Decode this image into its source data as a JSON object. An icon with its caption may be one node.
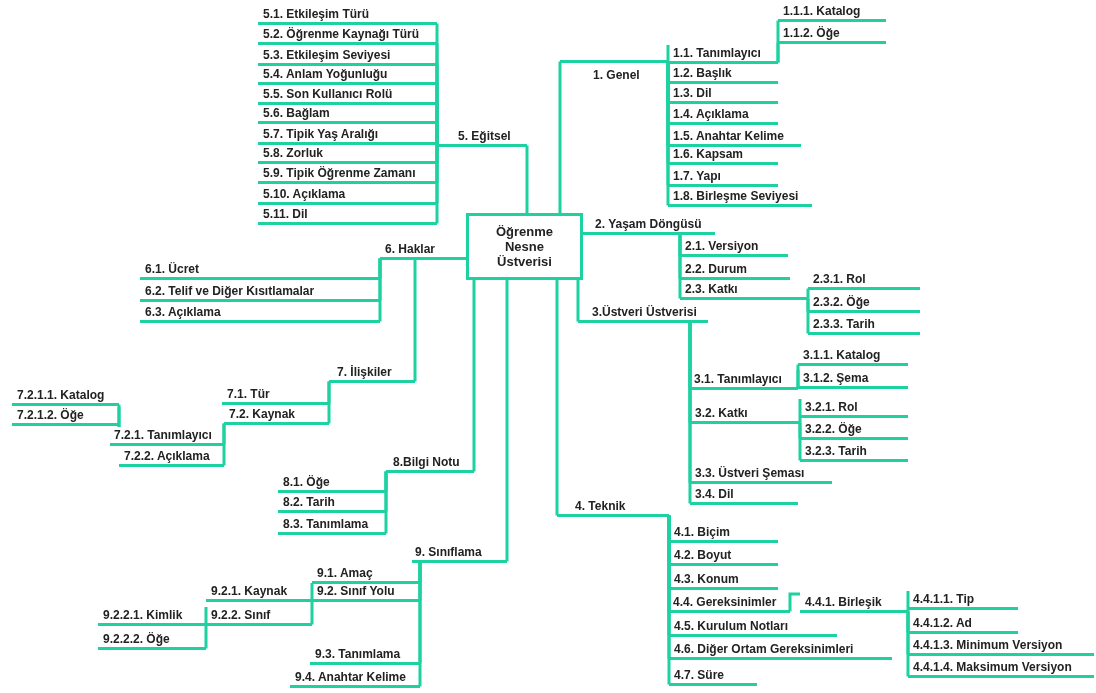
{
  "diagram": {
    "nodes": [
      {
        "text": [
          "Öğrenme Nesne Üstverisi"
        ]
      },
      {
        "text": [
          "1. Genel"
        ]
      },
      {
        "text": [
          "1.1. Tanımlayıcı"
        ]
      },
      {
        "text": [
          "1.1.1. Katalog"
        ]
      },
      {
        "text": [
          "1.1.2. Öğe"
        ]
      },
      {
        "text": [
          "1.2. Başlık"
        ]
      },
      {
        "text": [
          "1.3. Dil"
        ]
      },
      {
        "text": [
          "1.4. Açıklama"
        ]
      },
      {
        "text": [
          "1.5. Anahtar Kelime"
        ]
      },
      {
        "text": [
          "1.6. Kapsam"
        ]
      },
      {
        "text": [
          "1.7. Yapı"
        ]
      },
      {
        "text": [
          "1.8. Birleşme Seviyesi"
        ]
      },
      {
        "text": [
          "2. Yaşam Döngüsü"
        ]
      },
      {
        "text": [
          "2.1. Versiyon"
        ]
      },
      {
        "text": [
          "2.2. Durum"
        ]
      },
      {
        "text": [
          "2.3. Katkı"
        ]
      },
      {
        "text": [
          "2.3.1. Rol"
        ]
      },
      {
        "text": [
          "2.3.2. Öğe"
        ]
      },
      {
        "text": [
          "2.3.3. Tarih"
        ]
      },
      {
        "text": [
          "3.Üstveri Üstverisi"
        ]
      },
      {
        "text": [
          "3.1. Tanımlayıcı"
        ]
      },
      {
        "text": [
          "3.1.1. Katalog"
        ]
      },
      {
        "text": [
          "3.1.2. Şema"
        ]
      },
      {
        "text": [
          "3.2. Katkı"
        ]
      },
      {
        "text": [
          "3.2.1. Rol"
        ]
      },
      {
        "text": [
          "3.2.2. Öğe"
        ]
      },
      {
        "text": [
          "3.2.3. Tarih"
        ]
      },
      {
        "text": [
          "3.3. Üstveri Şeması"
        ]
      },
      {
        "text": [
          "3.4. Dil"
        ]
      },
      {
        "text": [
          "4. Teknik"
        ]
      },
      {
        "text": [
          "4.1. Biçim"
        ]
      },
      {
        "text": [
          "4.2. Boyut"
        ]
      },
      {
        "text": [
          "4.3. Konum"
        ]
      },
      {
        "text": [
          "4.4. Gereksinimler"
        ]
      },
      {
        "text": [
          "4.4.1. Birleşik"
        ]
      },
      {
        "text": [
          "4.4.1.1. Tip"
        ]
      },
      {
        "text": [
          "4.4.1.2. Ad"
        ]
      },
      {
        "text": [
          "4.4.1.3. Minimum Versiyon"
        ]
      },
      {
        "text": [
          "4.4.1.4. Maksimum Versiyon"
        ]
      },
      {
        "text": [
          "4.5. Kurulum Notları"
        ]
      },
      {
        "text": [
          "4.6. Diğer Ortam Gereksinimleri"
        ]
      },
      {
        "text": [
          "4.7. Süre"
        ]
      },
      {
        "text": [
          "5. Eğitsel"
        ]
      },
      {
        "text": [
          "5.1. Etkileşim Türü"
        ]
      },
      {
        "text": [
          "5.2. Öğrenme Kaynağı Türü"
        ]
      },
      {
        "text": [
          "5.3. Etkileşim Seviyesi"
        ]
      },
      {
        "text": [
          "5.4. Anlam Yoğunluğu"
        ]
      },
      {
        "text": [
          "5.5. Son Kullanıcı Rolü"
        ]
      },
      {
        "text": [
          "5.6. Bağlam"
        ]
      },
      {
        "text": [
          "5.7. Tipik Yaş Aralığı"
        ]
      },
      {
        "text": [
          "5.8. Zorluk"
        ]
      },
      {
        "text": [
          "5.9. Tipik Öğrenme Zamanı"
        ]
      },
      {
        "text": [
          "5.10. Açıklama"
        ]
      },
      {
        "text": [
          "5.11. Dil"
        ]
      },
      {
        "text": [
          "6. Haklar"
        ]
      },
      {
        "text": [
          "6.1. Ücret"
        ]
      },
      {
        "text": [
          "6.2. Telif ve Diğer Kısıtlamalar"
        ]
      },
      {
        "text": [
          "6.3. Açıklama"
        ]
      },
      {
        "text": [
          "7. İlişkiler"
        ]
      },
      {
        "text": [
          "7.1. Tür"
        ]
      },
      {
        "text": [
          "7.2. Kaynak"
        ]
      },
      {
        "text": [
          "7.2.1. Tanımlayıcı"
        ]
      },
      {
        "text": [
          "7.2.1.1. Katalog"
        ]
      },
      {
        "text": [
          "7.2.1.2. Öğe"
        ]
      },
      {
        "text": [
          "7.2.2. Açıklama"
        ]
      },
      {
        "text": [
          "8.Bilgi Notu"
        ]
      },
      {
        "text": [
          "8.1. Öğe"
        ]
      },
      {
        "text": [
          "8.2. Tarih"
        ]
      },
      {
        "text": [
          "8.3. Tanımlama"
        ]
      },
      {
        "text": [
          "9. Sınıflama"
        ]
      },
      {
        "text": [
          "9.1. Amaç"
        ]
      },
      {
        "text": [
          "9.2. Sınıf Yolu"
        ]
      },
      {
        "text": [
          "9.2.1. Kaynak"
        ]
      },
      {
        "text": [
          "9.2.2. Sınıf"
        ]
      },
      {
        "text": [
          "9.2.2.1. Kimlik"
        ]
      },
      {
        "text": [
          "9.2.2.2. Öğe"
        ]
      },
      {
        "text": [
          "9.3. Tanımlama"
        ]
      },
      {
        "text": [
          "9.4. Anahtar Kelime"
        ]
      }
    ],
    "edges": [
      {
        "from": 0,
        "to": 1,
        "arrow": "none"
      },
      {
        "from": 1,
        "to": 2,
        "arrow": "none"
      },
      {
        "from": 2,
        "to": 3,
        "arrow": "none"
      },
      {
        "from": 2,
        "to": 4,
        "arrow": "none"
      },
      {
        "from": 1,
        "to": 5,
        "arrow": "none"
      },
      {
        "from": 1,
        "to": 6,
        "arrow": "none"
      },
      {
        "from": 1,
        "to": 7,
        "arrow": "none"
      },
      {
        "from": 1,
        "to": 8,
        "arrow": "none"
      },
      {
        "from": 1,
        "to": 9,
        "arrow": "none"
      },
      {
        "from": 1,
        "to": 10,
        "arrow": "none"
      },
      {
        "from": 1,
        "to": 11,
        "arrow": "none"
      },
      {
        "from": 0,
        "to": 12,
        "arrow": "none"
      },
      {
        "from": 12,
        "to": 13,
        "arrow": "none"
      },
      {
        "from": 12,
        "to": 14,
        "arrow": "none"
      },
      {
        "from": 12,
        "to": 15,
        "arrow": "none"
      },
      {
        "from": 15,
        "to": 16,
        "arrow": "none"
      },
      {
        "from": 15,
        "to": 17,
        "arrow": "none"
      },
      {
        "from": 15,
        "to": 18,
        "arrow": "none"
      },
      {
        "from": 0,
        "to": 19,
        "arrow": "none"
      },
      {
        "from": 19,
        "to": 20,
        "arrow": "none"
      },
      {
        "from": 20,
        "to": 21,
        "arrow": "none"
      },
      {
        "from": 20,
        "to": 22,
        "arrow": "none"
      },
      {
        "from": 19,
        "to": 23,
        "arrow": "none"
      },
      {
        "from": 23,
        "to": 24,
        "arrow": "none"
      },
      {
        "from": 23,
        "to": 25,
        "arrow": "none"
      },
      {
        "from": 23,
        "to": 26,
        "arrow": "none"
      },
      {
        "from": 19,
        "to": 27,
        "arrow": "none"
      },
      {
        "from": 19,
        "to": 28,
        "arrow": "none"
      },
      {
        "from": 0,
        "to": 29,
        "arrow": "none"
      },
      {
        "from": 29,
        "to": 30,
        "arrow": "none"
      },
      {
        "from": 29,
        "to": 31,
        "arrow": "none"
      },
      {
        "from": 29,
        "to": 32,
        "arrow": "none"
      },
      {
        "from": 29,
        "to": 33,
        "arrow": "none"
      },
      {
        "from": 33,
        "to": 34,
        "arrow": "none"
      },
      {
        "from": 34,
        "to": 35,
        "arrow": "none"
      },
      {
        "from": 34,
        "to": 36,
        "arrow": "none"
      },
      {
        "from": 34,
        "to": 37,
        "arrow": "none"
      },
      {
        "from": 34,
        "to": 38,
        "arrow": "none"
      },
      {
        "from": 29,
        "to": 39,
        "arrow": "none"
      },
      {
        "from": 29,
        "to": 40,
        "arrow": "none"
      },
      {
        "from": 29,
        "to": 41,
        "arrow": "none"
      },
      {
        "from": 0,
        "to": 42,
        "arrow": "none"
      },
      {
        "from": 42,
        "to": 43,
        "arrow": "none"
      },
      {
        "from": 42,
        "to": 44,
        "arrow": "none"
      },
      {
        "from": 42,
        "to": 45,
        "arrow": "none"
      },
      {
        "from": 42,
        "to": 46,
        "arrow": "none"
      },
      {
        "from": 42,
        "to": 47,
        "arrow": "none"
      },
      {
        "from": 42,
        "to": 48,
        "arrow": "none"
      },
      {
        "from": 42,
        "to": 49,
        "arrow": "none"
      },
      {
        "from": 42,
        "to": 50,
        "arrow": "none"
      },
      {
        "from": 42,
        "to": 51,
        "arrow": "none"
      },
      {
        "from": 42,
        "to": 52,
        "arrow": "none"
      },
      {
        "from": 42,
        "to": 53,
        "arrow": "none"
      },
      {
        "from": 0,
        "to": 54,
        "arrow": "none"
      },
      {
        "from": 54,
        "to": 55,
        "arrow": "none"
      },
      {
        "from": 54,
        "to": 56,
        "arrow": "none"
      },
      {
        "from": 54,
        "to": 57,
        "arrow": "none"
      },
      {
        "from": 0,
        "to": 58,
        "arrow": "none"
      },
      {
        "from": 58,
        "to": 59,
        "arrow": "none"
      },
      {
        "from": 58,
        "to": 60,
        "arrow": "none"
      },
      {
        "from": 60,
        "to": 61,
        "arrow": "none"
      },
      {
        "from": 61,
        "to": 62,
        "arrow": "none"
      },
      {
        "from": 61,
        "to": 63,
        "arrow": "none"
      },
      {
        "from": 60,
        "to": 64,
        "arrow": "none"
      },
      {
        "from": 0,
        "to": 65,
        "arrow": "none"
      },
      {
        "from": 65,
        "to": 66,
        "arrow": "none"
      },
      {
        "from": 65,
        "to": 67,
        "arrow": "none"
      },
      {
        "from": 65,
        "to": 68,
        "arrow": "none"
      },
      {
        "from": 0,
        "to": 69,
        "arrow": "none"
      },
      {
        "from": 69,
        "to": 70,
        "arrow": "none"
      },
      {
        "from": 69,
        "to": 71,
        "arrow": "none"
      },
      {
        "from": 71,
        "to": 72,
        "arrow": "none"
      },
      {
        "from": 71,
        "to": 73,
        "arrow": "none"
      },
      {
        "from": 73,
        "to": 74,
        "arrow": "none"
      },
      {
        "from": 73,
        "to": 75,
        "arrow": "none"
      },
      {
        "from": 69,
        "to": 76,
        "arrow": "none"
      },
      {
        "from": 69,
        "to": 77,
        "arrow": "none"
      }
    ]
  }
}
